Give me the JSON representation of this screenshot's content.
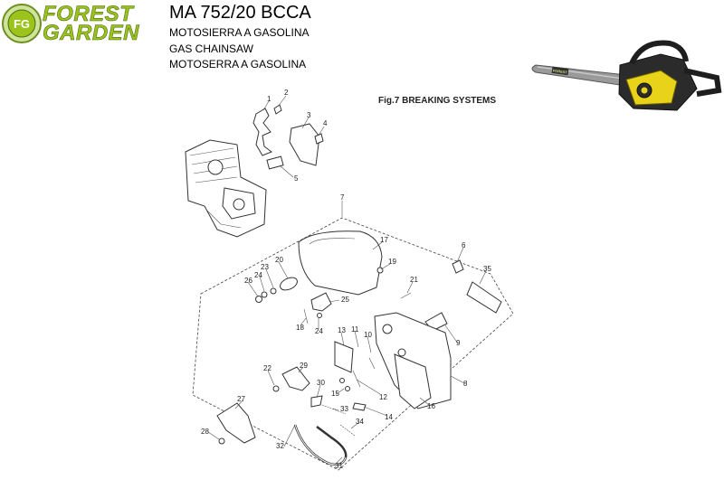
{
  "brand": {
    "line1": "FOREST",
    "line2": "GARDEN"
  },
  "model_code": "MA 752/20 BCCA",
  "descriptions": [
    "MOTOSIERRA A GASOLINA",
    "GAS CHAINSAW",
    "MOTOSERRA A GASOLINA"
  ],
  "figure_title": "Fig.7 BREAKING SYSTEMS",
  "colors": {
    "brand_green": "#9bc31c",
    "saw_yellow": "#e8d21a"
  },
  "part_numbers": {
    "p1": "1",
    "p2": "2",
    "p3": "3",
    "p4": "4",
    "p5": "5",
    "p6": "6",
    "p7": "7",
    "p8": "8",
    "p9": "9",
    "p10": "10",
    "p11": "11",
    "p12": "12",
    "p13": "13",
    "p14": "14",
    "p15": "15",
    "p16": "16",
    "p17": "17",
    "p18": "18",
    "p19": "19",
    "p20": "20",
    "p21": "21",
    "p22": "22",
    "p23": "23",
    "p24a": "24",
    "p24b": "24",
    "p25": "25",
    "p26": "26",
    "p27": "27",
    "p28": "28",
    "p29": "29",
    "p30": "30",
    "p31": "31",
    "p32": "32",
    "p33": "33",
    "p34": "34",
    "p35": "35"
  }
}
